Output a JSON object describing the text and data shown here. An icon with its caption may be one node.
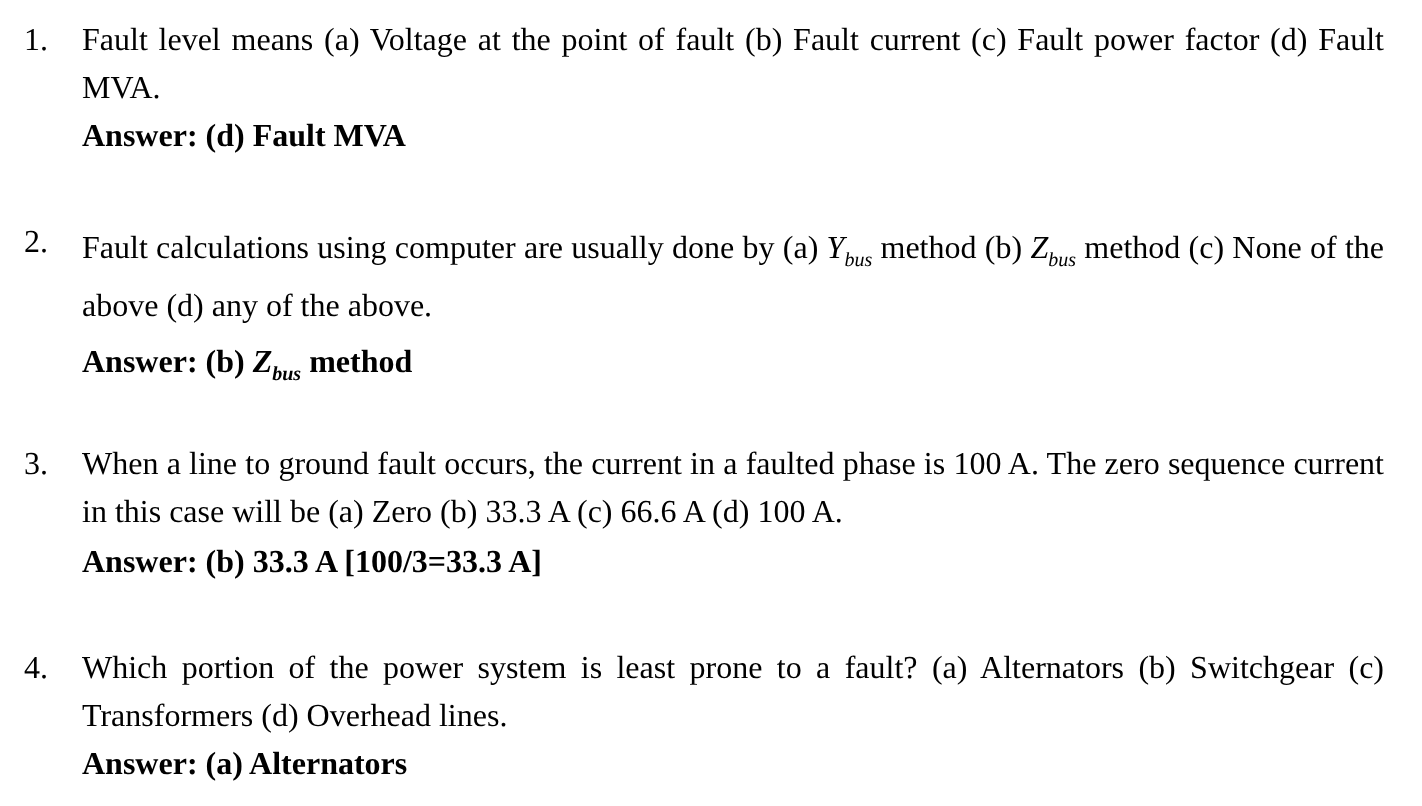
{
  "diagram": {
    "labels": [
      "1.",
      "Fault level means (a) Voltage at the point of fault (b) Fault current (c) Fault power factor (d) Fault MVA.",
      "Answer: (d) Fault MVA",
      "2.",
      "Fault calculations using computer are usually done by (a) *Y*$_{bus}$ method (b) *Z*$_{bus}$ method (c) None of the above (d) any of the above.",
      "Answer: (b) *Z*$_{bus}$ method",
      "3.",
      "When a line to ground fault occurs, the current in a faulted phase is 100 A. The zero sequence current in this case will be (a) Zero (b) 33.3 A (c) 66.6 A (d) 100 A.",
      "Answer: (b) 33.3 A [100/3=33.3 A]",
      "4.",
      "Which portion of the power system is least prone to a fault? (a) Alternators (b) Switchgear (c) Transformers (d) Overhead lines.",
      "Answer: (a) Alternators"
    ]
  }
}
